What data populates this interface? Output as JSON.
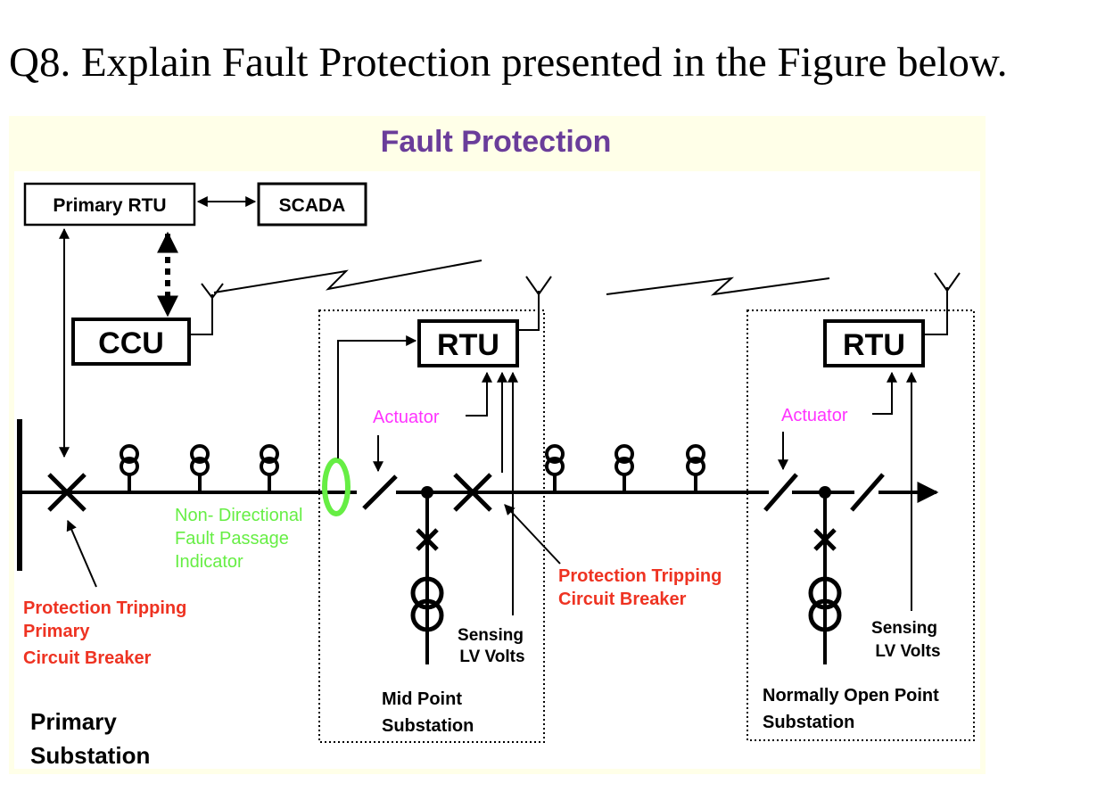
{
  "question": "Q8. Explain Fault Protection presented in the Figure below.",
  "diagram": {
    "title": "Fault Protection",
    "boxes": {
      "primary_rtu": "Primary RTU",
      "scada": "SCADA",
      "ccu": "CCU",
      "rtu_mid": "RTU",
      "rtu_nop": "RTU"
    },
    "labels": {
      "actuator_mid": "Actuator",
      "actuator_nop": "Actuator",
      "fpi_line1": "Non- Directional",
      "fpi_line2": "Fault Passage",
      "fpi_line3": "Indicator",
      "ptpcb_line1": "Protection Tripping",
      "ptpcb_line2": "Primary",
      "ptpcb_line3": "Circuit Breaker",
      "ptcb_line1": "Protection Tripping",
      "ptcb_line2": "Circuit Breaker",
      "sense_mid_line1": "Sensing",
      "sense_mid_line2": "LV Volts",
      "sense_nop_line1": "Sensing",
      "sense_nop_line2": "LV Volts",
      "mid_line1": "Mid Point",
      "mid_line2": "Substation",
      "nop_line1": "Normally Open Point",
      "nop_line2": "Substation",
      "primary_line1": "Primary",
      "primary_line2": "Substation"
    },
    "colors": {
      "panel": "#ffffe8",
      "title": "#6a3d9a",
      "actuator": "#ff33ff",
      "fpi": "#66ee44",
      "protection": "#ee3322",
      "ink": "#000000"
    }
  }
}
